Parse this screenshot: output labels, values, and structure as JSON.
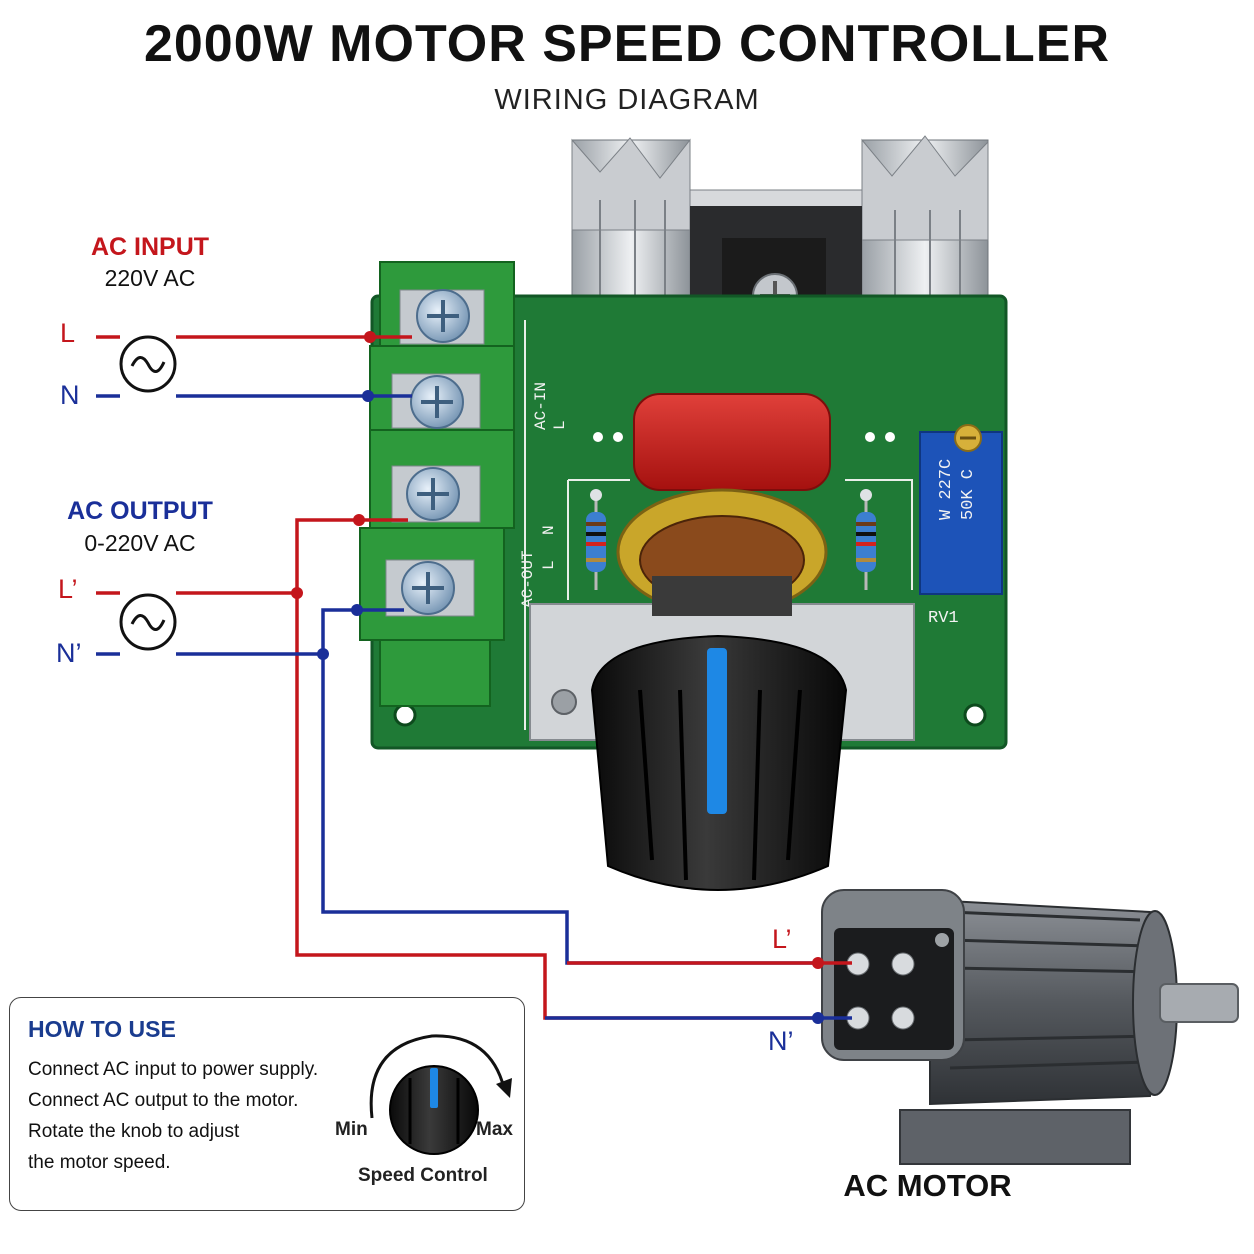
{
  "header": {
    "title": "2000W MOTOR SPEED CONTROLLER",
    "subtitle": "WIRING DIAGRAM"
  },
  "input": {
    "heading": "AC INPUT",
    "voltage": "220V AC",
    "line_label": "L",
    "neutral_label": "N"
  },
  "output": {
    "heading": "AC OUTPUT",
    "voltage": "0-220V AC",
    "line_label": "L’",
    "neutral_label": "N’"
  },
  "board": {
    "silk_ac_in": "AC-IN",
    "silk_ac_in_l": "L",
    "silk_ac_out": "AC-OUT",
    "silk_ac_out_l": "L",
    "silk_ac_out_n": "N",
    "trimmer_line1": "W 227C",
    "trimmer_line2": "50K C",
    "trimmer_ref": "RV1"
  },
  "motor": {
    "label": "AC MOTOR",
    "line_label": "L’",
    "neutral_label": "N’"
  },
  "how_to_use": {
    "title": "HOW TO USE",
    "lines": [
      "Connect AC input to power supply.",
      "Connect AC output to the motor.",
      "Rotate the knob to adjust",
      "the motor speed."
    ],
    "min_label": "Min",
    "max_label": "Max",
    "knob_caption": "Speed Control"
  },
  "colors": {
    "line_wire": "#c4161c",
    "neutral_wire": "#1a2f99",
    "pcb_green": "#1f7a36",
    "terminal_green": "#2e9a3c",
    "knob_indicator": "#1e88e5"
  }
}
